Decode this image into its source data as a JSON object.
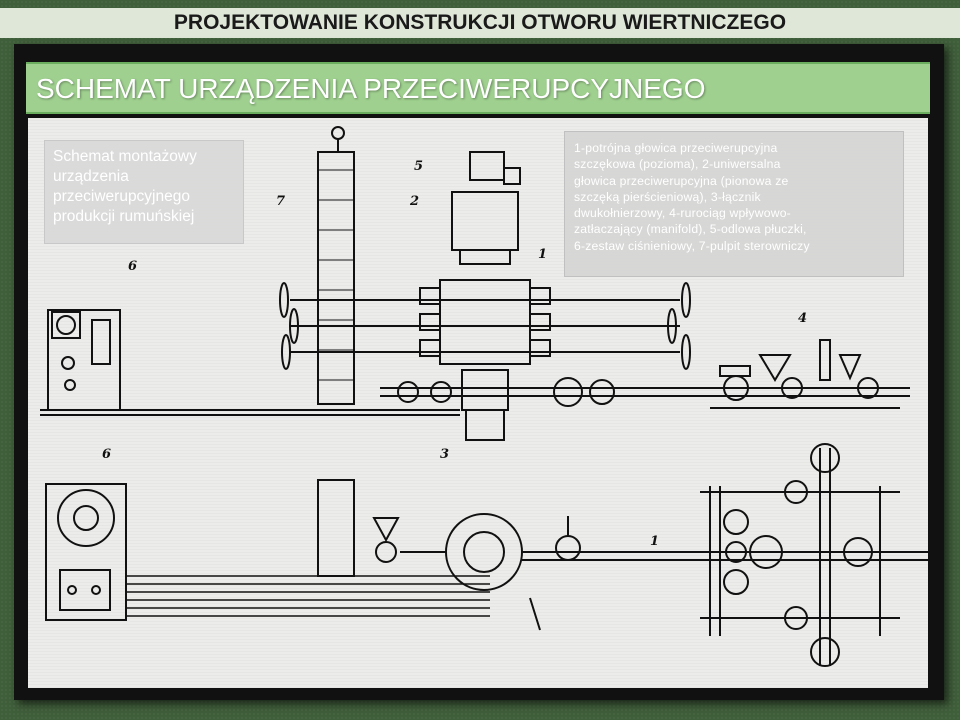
{
  "page": {
    "top_title": "PROJEKTOWANIE KONSTRUKCJI OTWORU WIERTNICZEGO",
    "slide_title": "SCHEMAT URZĄDZENIA PRZECIWERUPCYJNEGO"
  },
  "caption_left": {
    "lines": [
      "Schemat montażowy",
      "urządzenia",
      "przeciwerupcyjnego",
      "produkcji rumuńskiej"
    ]
  },
  "caption_right": {
    "lines": [
      "1-potrójna głowica przeciwerupcyjna",
      "szczękowa (pozioma), 2-uniwersalna",
      "głowica przeciwerupcyjna (pionowa ze",
      "szczęką pierścieniową), 3-łącznik",
      "dwukołnierzowy, 4-rurociąg wpływowo-",
      "zatłaczający (manifold), 5-odlowa płuczki,",
      "6-zestaw ciśnieniowy, 7-pulpit sterowniczy"
    ]
  },
  "drawing_labels": {
    "n1": "1",
    "n2": "2",
    "n3": "3",
    "n4": "4",
    "n5": "5",
    "n6_top": "6",
    "n7": "7",
    "n6_bottom": "6",
    "n1_bottom": "1"
  },
  "colors": {
    "background": "#3f5e3a",
    "band": "#9fd08f",
    "paper": "#ececea",
    "ink": "#111111"
  }
}
